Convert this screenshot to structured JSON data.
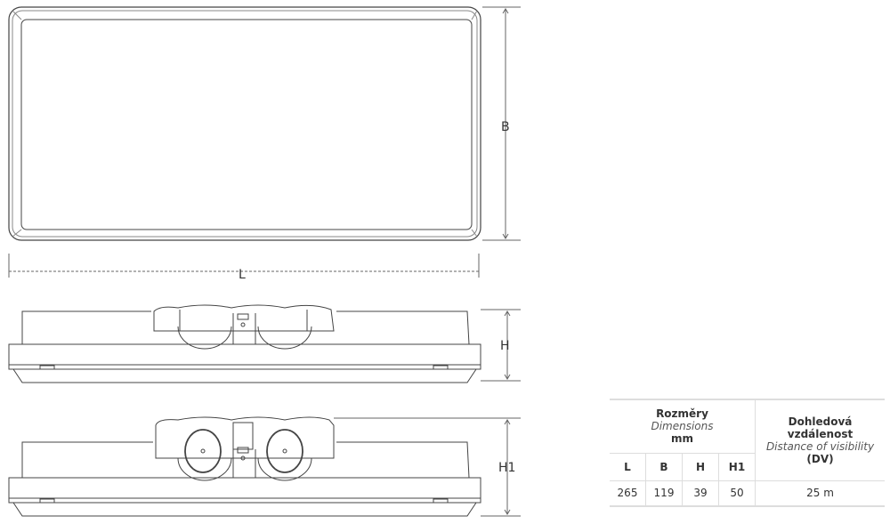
{
  "dimension_labels": {
    "L": "L",
    "B": "B",
    "H": "H",
    "H1": "H1"
  },
  "table": {
    "dimensions_header": {
      "cz": "Rozměry",
      "en": "Dimensions",
      "unit": "mm"
    },
    "visibility_header": {
      "cz": "Dohledová vzdálenost",
      "en": "Distance of visibility",
      "abbr": "(DV)"
    },
    "columns": [
      "L",
      "B",
      "H",
      "H1"
    ],
    "values": [
      "265",
      "119",
      "39",
      "50"
    ],
    "visibility_value": "25 m"
  }
}
